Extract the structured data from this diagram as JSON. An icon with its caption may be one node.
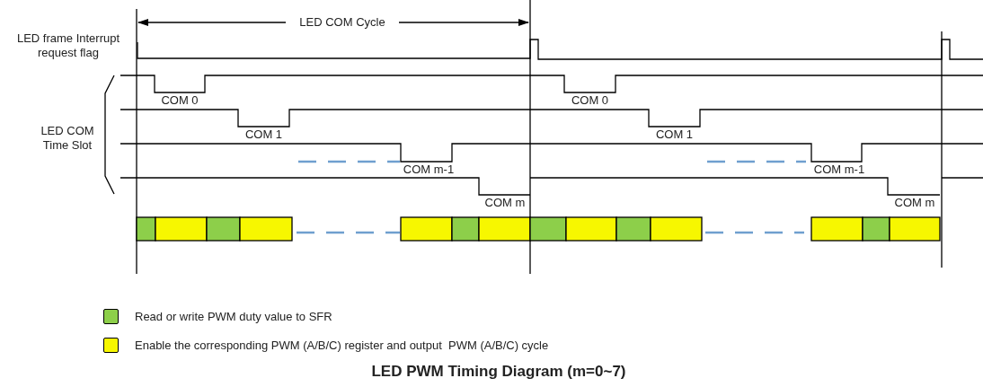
{
  "diagram": {
    "caption": "LED PWM Timing Diagram (m=0~7)",
    "labels": [
      "LED COM Cycle",
      "LED frame Interrupt request flag",
      "COM 0",
      "COM 0",
      "LED COM Time Slot",
      "COM 1",
      "COM 1",
      "COM m-1",
      "COM m-1",
      "COM m",
      "COM m"
    ],
    "legend": [
      {
        "text": "Read or write PWM duty value to SFR",
        "color": "#8dcf4a"
      },
      {
        "text": "Enable the corresponding PWM (A/B/C) register and output  PWM (A/B/C) cycle",
        "color": "#f7f700"
      }
    ]
  }
}
